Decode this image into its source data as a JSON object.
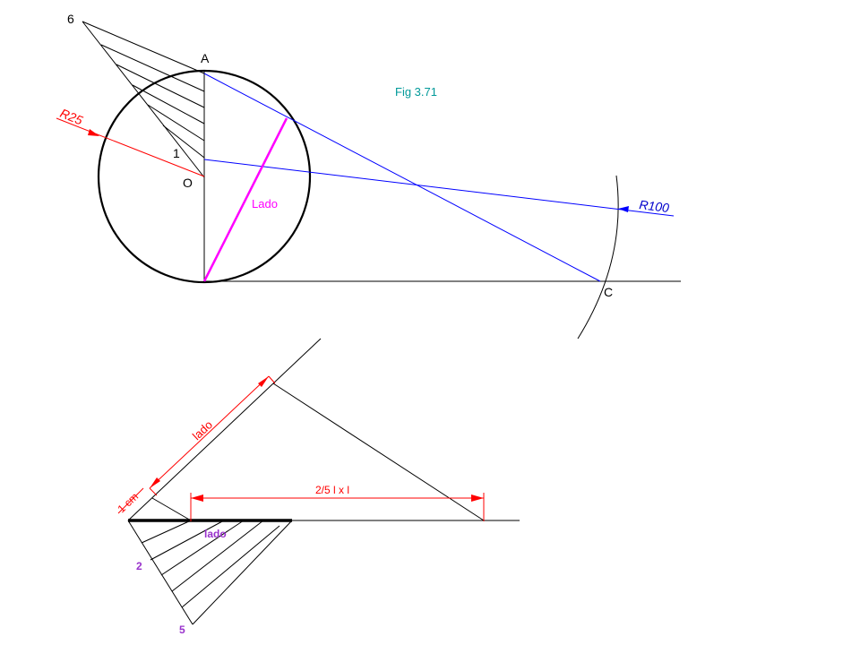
{
  "figure_top": {
    "caption": "Fig 3.71",
    "points": {
      "A": "A",
      "O": "O",
      "C": "C",
      "six": "6",
      "one": "1"
    },
    "radius_small": "R25",
    "radius_large": "R100",
    "side_label": "Lado"
  },
  "figure_bottom": {
    "lado_dim": "lado",
    "one_cm_dim": "1 cm",
    "fraction_dim": "2/5 l x l",
    "lado_segment": "lado",
    "div_two": "2",
    "div_five": "5"
  },
  "colors": {
    "construction": "#000000",
    "blue_lines": "#0000ff",
    "dimension_red": "#ff0000",
    "side_magenta": "#ff00ff",
    "caption_teal": "#009999",
    "label_purple": "#9933cc",
    "blue_text": "#0000cc"
  }
}
